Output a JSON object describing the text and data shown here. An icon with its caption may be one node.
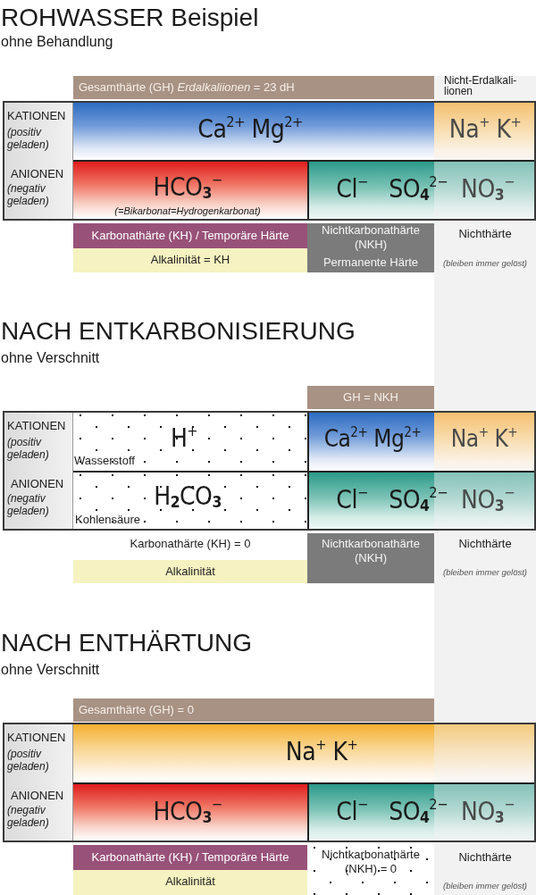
{
  "diagram": {
    "nodes": [
      {
        "text": [
          "Gesamthärte (GH) *Erdalkaliionen* = 23 dH"
        ]
      },
      {
        "text": [
          "KATIONEN",
          "(positiv geladen)",
          "ANIONEN",
          "(negativ geladen)"
        ]
      },
      {
        "text": [
          "Ca$^{2+}$ Mg$^{2+}$"
        ]
      },
      {
        "text": [
          "Na$^{+}$ K$^{+}$"
        ]
      },
      {
        "text": [
          "HCO$_{3}$$^{−}$",
          "(=Bikarbonat=Hydrogenkarbonat)"
        ]
      },
      {
        "text": [
          "Cl$^{−}$",
          "SO$_{4}$$^{2−}$",
          "NO$_{3}$$^{−}$"
        ]
      },
      {
        "text": [
          "Karbonathärte (KH) / Temporäre Härte"
        ]
      },
      {
        "text": [
          "Alkalinität = KH"
        ]
      },
      {
        "text": [
          "Nichtkarbonathärte (NKH)",
          "Permanente Härte"
        ]
      },
      {
        "text": [
          "GH = NKH"
        ]
      },
      {
        "text": [
          "KATIONEN",
          "(positiv geladen)",
          "ANIONEN",
          "(negativ geladen)"
        ]
      },
      {
        "text": [
          "H$^{+}$",
          "Wasserstoff"
        ]
      },
      {
        "text": [
          "Ca$^{2+}$ Mg$^{2+}$"
        ]
      },
      {
        "text": [
          "Na$^{+}$ K$^{+}$"
        ]
      },
      {
        "text": [
          "H$_{2}$CO$_{3}$",
          "Kohlensäure"
        ]
      },
      {
        "text": [
          "Cl$^{−}$",
          "SO$_{4}$$^{2−}$",
          "NO$_{3}$$^{−}$"
        ]
      },
      {
        "text": [
          "Alkalinität"
        ]
      },
      {
        "text": [
          "Nichtkarbonathärte (NKH)"
        ]
      },
      {
        "text": [
          "Gesamthärte (GH) = 0"
        ]
      },
      {
        "text": [
          "KATIONEN",
          "(positiv geladen)",
          "ANIONEN",
          "(negativ geladen)"
        ]
      },
      {
        "text": [
          "Na$^{+}$ K$^{+}$"
        ]
      },
      {
        "text": [
          "HCO$_{3}$$^{−}$"
        ]
      },
      {
        "text": [
          "Cl$^{−}$",
          "SO$_{4}$$^{2−}$",
          "NO$_{3}$$^{−}$"
        ]
      },
      {
        "text": [
          "Karbonathärte (KH) / Temporäre Härte"
        ]
      },
      {
        "text": [
          "Alkalinität"
        ]
      },
      {
        "text": [
          "Nichtkarbonathärte (NKH) = 0"
        ]
      }
    ],
    "labels": [
      "ROHWASSER Beispiel",
      "ohne Behandlung",
      "Nicht-Erdalkali-lionen",
      "Nichthärte",
      "(bleiben immer gelöst)",
      "NACH ENTKARBONISIERUNG",
      "ohne Verschnitt",
      "Karbonathärte (KH) = 0",
      "Nichthärte",
      "(bleiben immer gelöst)",
      "NACH ENTHÄRTUNG",
      "ohne Verschnitt",
      "Nichthärte",
      "(bleiben immer gelöst)"
    ]
  }
}
